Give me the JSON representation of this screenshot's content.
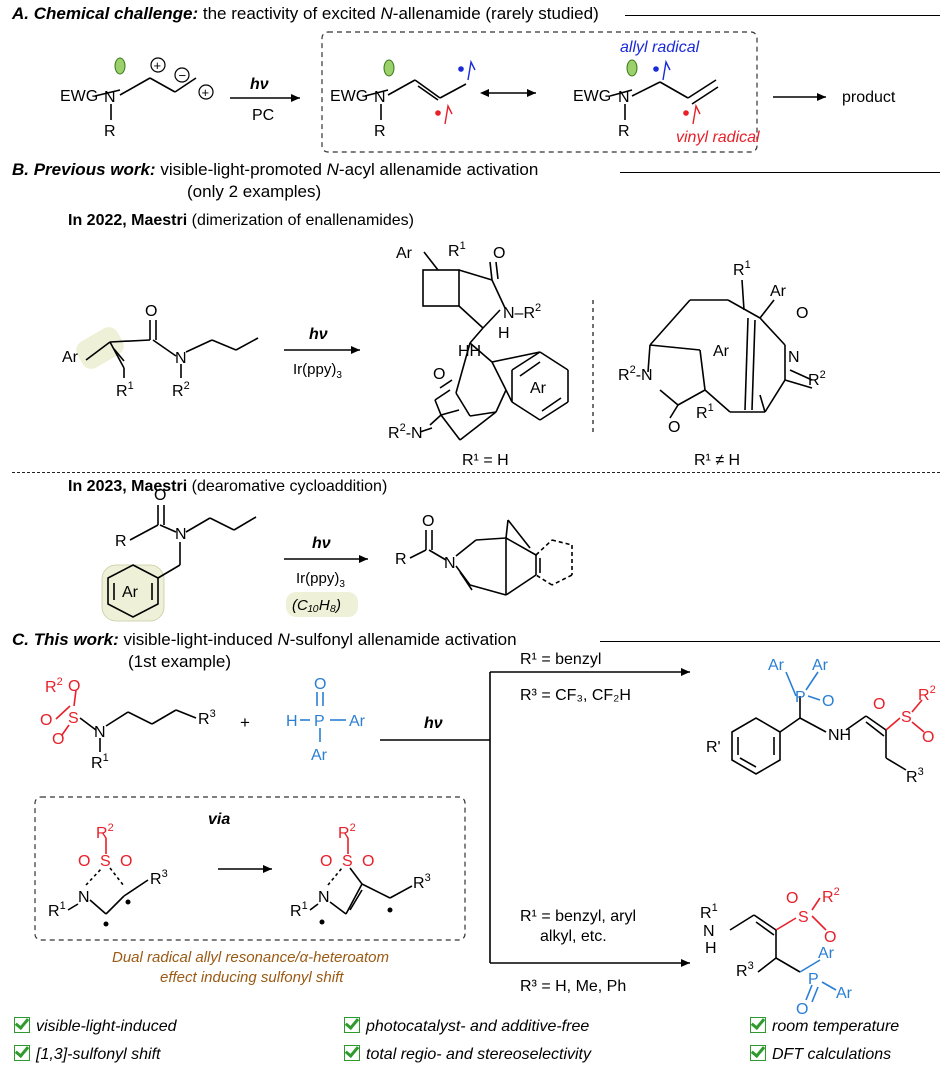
{
  "sectionA": {
    "letter": "A. Chemical challenge:",
    "text": " the reactivity of excited ",
    "italic": "N",
    "text2": "-allenamide (rarely studied)",
    "ewg": "EWG",
    "n": "N",
    "r": "R",
    "hv": "hν",
    "pc": "PC",
    "allyl": "allyl radical",
    "vinyl": "vinyl radical",
    "product": "product"
  },
  "sectionB": {
    "letter": "B. Previous work:",
    "text": " visible-light-promoted ",
    "italic": "N",
    "text2": "-acyl allenamide activation",
    "note": "(only 2 examples)",
    "ex1_year": "In 2022, Maestri",
    "ex1_desc": " (dimerization of enallenamides)",
    "ex1_cond": "Ir(ppy)",
    "ex1_label1": "R¹ = H",
    "ex1_label2": "R¹ ≠ H",
    "ex2_year": "In 2023, Maestri",
    "ex2_desc": " (dearomative cycloaddition)",
    "ex2_cond": "Ir(ppy)",
    "ex2_additive": "(C₁₀H₈)",
    "ar": "Ar"
  },
  "sectionC": {
    "letter": "C. This work:",
    "text": " visible-light-induced ",
    "italic": "N",
    "text2": "-sulfonyl allenamide activation",
    "note": "(1st example)",
    "plus": "+",
    "hv": "hν",
    "via": "via",
    "top_r1": "R¹ = benzyl",
    "top_r3": "R³ = CF₃, CF₂H",
    "bot_r1": "R¹ = benzyl, aryl",
    "bot_r1b": "alkyl, etc.",
    "bot_r3": "R³ = H, Me, Ph",
    "caption1": "Dual radical allyl resonance/α-heteroatom",
    "caption2": "effect inducing sulfonyl shift"
  },
  "features": [
    "visible-light-induced",
    "photocatalyst- and additive-free",
    "room temperature",
    "[1,3]-sulfonyl shift",
    "total regio- and stereoselectivity",
    "DFT calculations"
  ],
  "colors": {
    "sulfonyl": "#e8202a",
    "phosphorus": "#2a7fd4",
    "allyl": "#1a2ad8",
    "vinyl": "#e8202a",
    "check": "#2e9a2e",
    "highlight": "#eef0d8",
    "caption": "#9b5a14"
  }
}
